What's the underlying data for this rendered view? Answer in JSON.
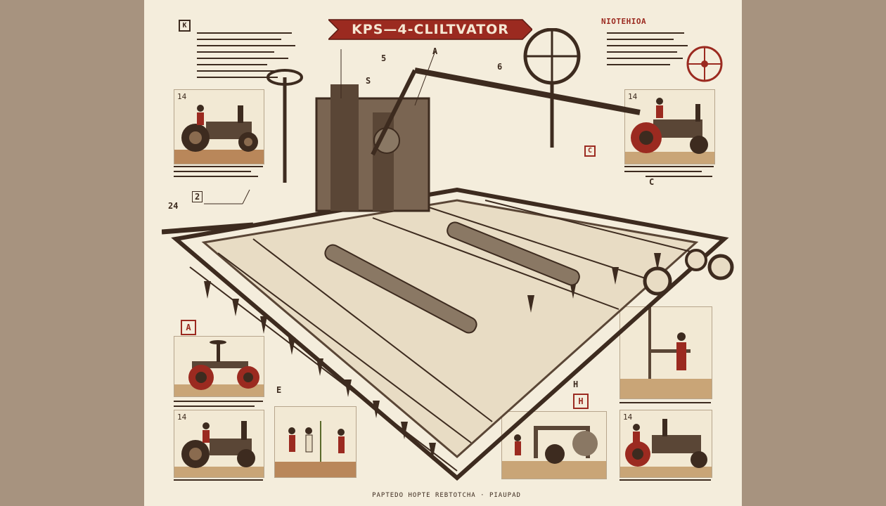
{
  "poster": {
    "title": "KPS—4-CLILTVATOR",
    "legend_left_tag": "K",
    "legend_right_heading": "NIOTEHIOA",
    "footer": "PAPTEDO  HOPTE REBTOTCHA · PIAUPAD",
    "accent_color": "#9b2a20",
    "ink_color": "#3d2b1f",
    "paper_color": "#f4eddc"
  },
  "panels": {
    "top_left_number": "14",
    "top_right_number": "14",
    "bottom_left_number": "14",
    "bottom_right_number": "14"
  },
  "callouts": {
    "c_24": "24",
    "c_2": "2",
    "c_5a": "5",
    "c_a": "A",
    "c_6": "6",
    "c_s": "S",
    "c_a_box": "A",
    "c_e": "E",
    "c_h_box": "H",
    "c_h": "H",
    "c_c_box": "C",
    "c_c": "C"
  }
}
